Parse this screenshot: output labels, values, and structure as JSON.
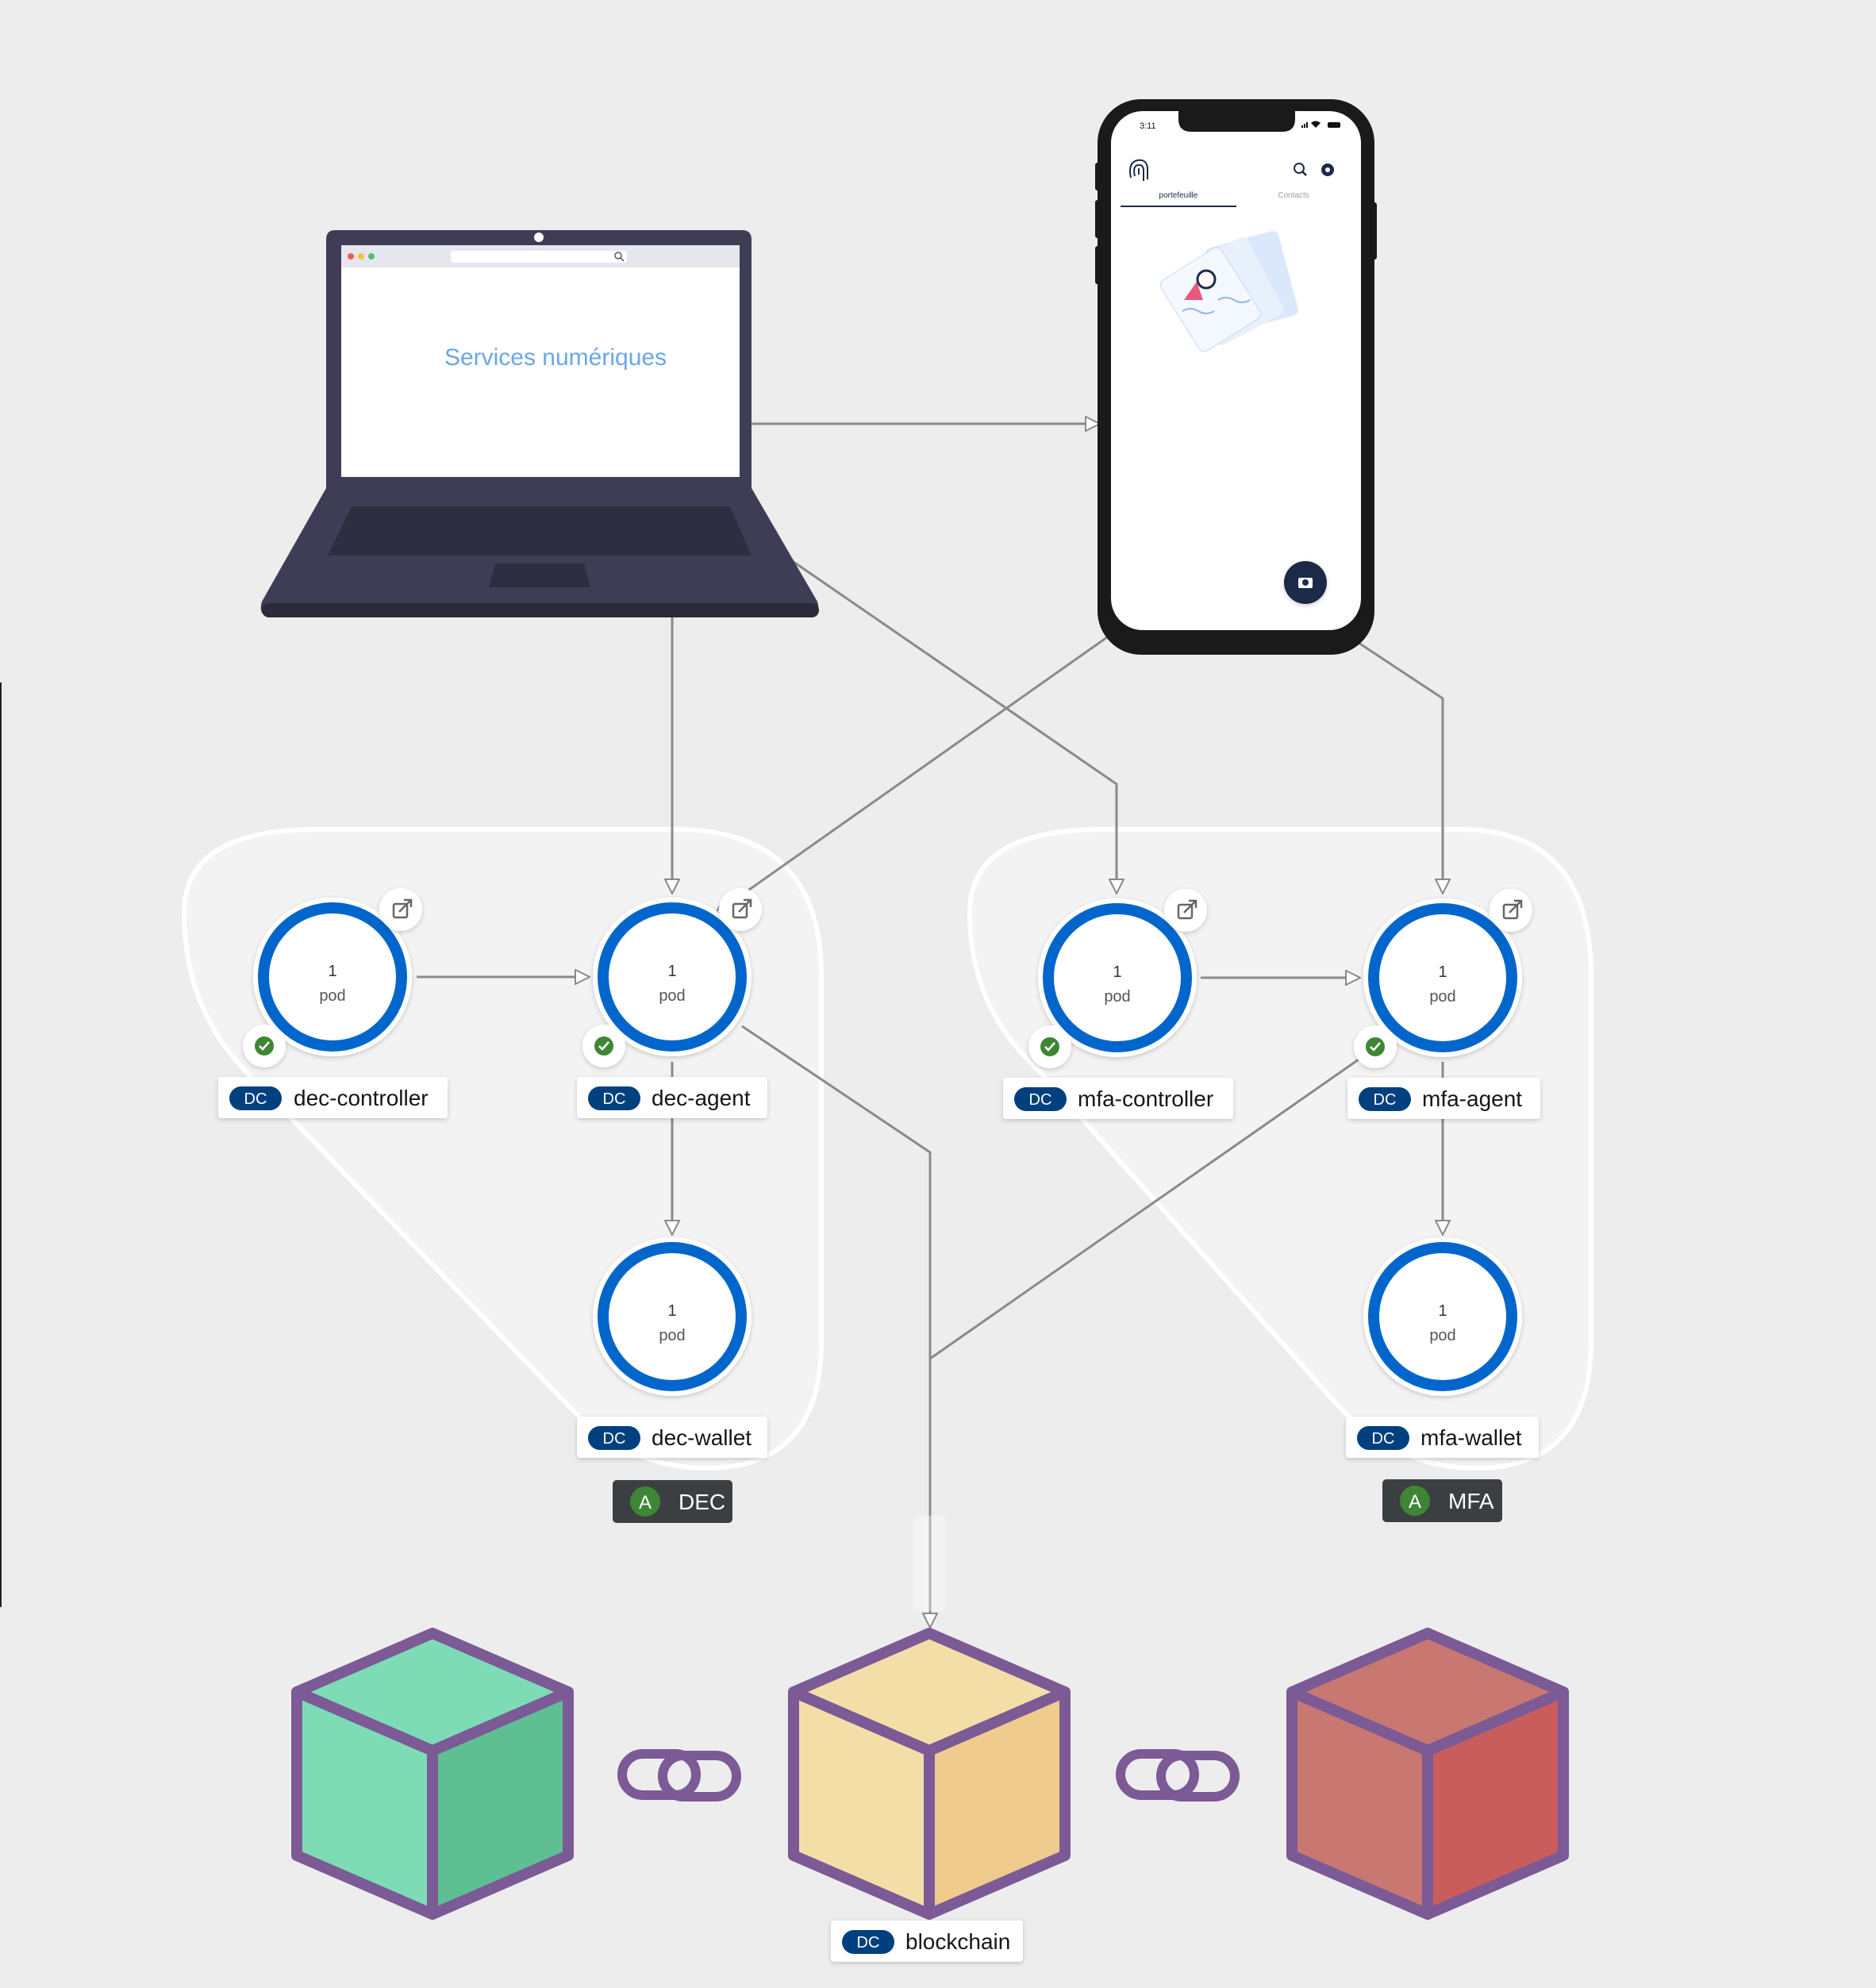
{
  "laptop": {
    "screen_text": "Services numériques"
  },
  "phone": {
    "time": "3:11",
    "tab_wallet": "portefeuille",
    "tab_contacts": "Contacts"
  },
  "groups": {
    "dec": {
      "badge": "A",
      "name": "DEC"
    },
    "mfa": {
      "badge": "A",
      "name": "MFA"
    }
  },
  "nodes": [
    {
      "id": "dec-controller",
      "badge": "DC",
      "label": "dec-controller",
      "count": "1",
      "unit": "pod"
    },
    {
      "id": "dec-agent",
      "badge": "DC",
      "label": "dec-agent",
      "count": "1",
      "unit": "pod"
    },
    {
      "id": "dec-wallet",
      "badge": "DC",
      "label": "dec-wallet",
      "count": "1",
      "unit": "pod"
    },
    {
      "id": "mfa-controller",
      "badge": "DC",
      "label": "mfa-controller",
      "count": "1",
      "unit": "pod"
    },
    {
      "id": "mfa-agent",
      "badge": "DC",
      "label": "mfa-agent",
      "count": "1",
      "unit": "pod"
    },
    {
      "id": "mfa-wallet",
      "badge": "DC",
      "label": "mfa-wallet",
      "count": "1",
      "unit": "pod"
    }
  ],
  "blockchain": {
    "badge": "DC",
    "label": "blockchain"
  },
  "colors": {
    "background": "#ededed",
    "pod_ring": "#0066cc",
    "dc_badge": "#003f7f",
    "app_badge": "#3e8635",
    "app_group_bg": "#3c3f42",
    "edge": "#8a8a8a",
    "cube_outline": "#7b5a96",
    "cube_green": "#5ebf92",
    "cube_yellow": "#efcb8e",
    "cube_red": "#c95d5c",
    "laptop": "#3f3d56"
  }
}
